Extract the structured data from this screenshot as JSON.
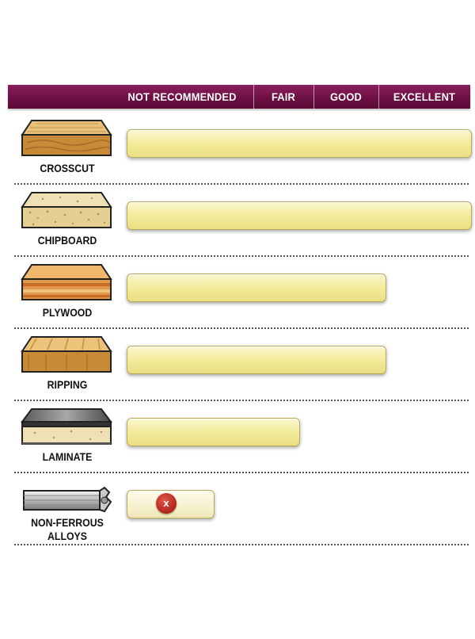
{
  "chart_data": {
    "type": "bar",
    "orientation": "horizontal",
    "scale_levels": [
      "NOT RECOMMENDED",
      "FAIR",
      "GOOD",
      "EXCELLENT"
    ],
    "categories": [
      "CROSSCUT",
      "CHIPBOARD",
      "PLYWOOD",
      "RIPPING",
      "LAMINATE",
      "NON-FERROUS ALLOYS"
    ],
    "category_lines": [
      [
        "CROSSCUT"
      ],
      [
        "CHIPBOARD"
      ],
      [
        "PLYWOOD"
      ],
      [
        "RIPPING"
      ],
      [
        "LAMINATE"
      ],
      [
        "NON-FERROUS",
        "ALLOYS"
      ]
    ],
    "values": [
      4,
      4,
      3,
      3,
      2,
      1
    ],
    "xlim": [
      0,
      4
    ],
    "marks": {
      "not_recommended": "x"
    },
    "grid": false
  },
  "colors": {
    "header": "#6a0f42",
    "bar_fill": "#f4ec9f",
    "bar_border": "#b9a95a",
    "x_badge": "#b0261c"
  },
  "icons": [
    "wood-crosscut-icon",
    "chipboard-icon",
    "plywood-icon",
    "wood-ripping-icon",
    "laminate-icon",
    "metal-rod-icon"
  ]
}
